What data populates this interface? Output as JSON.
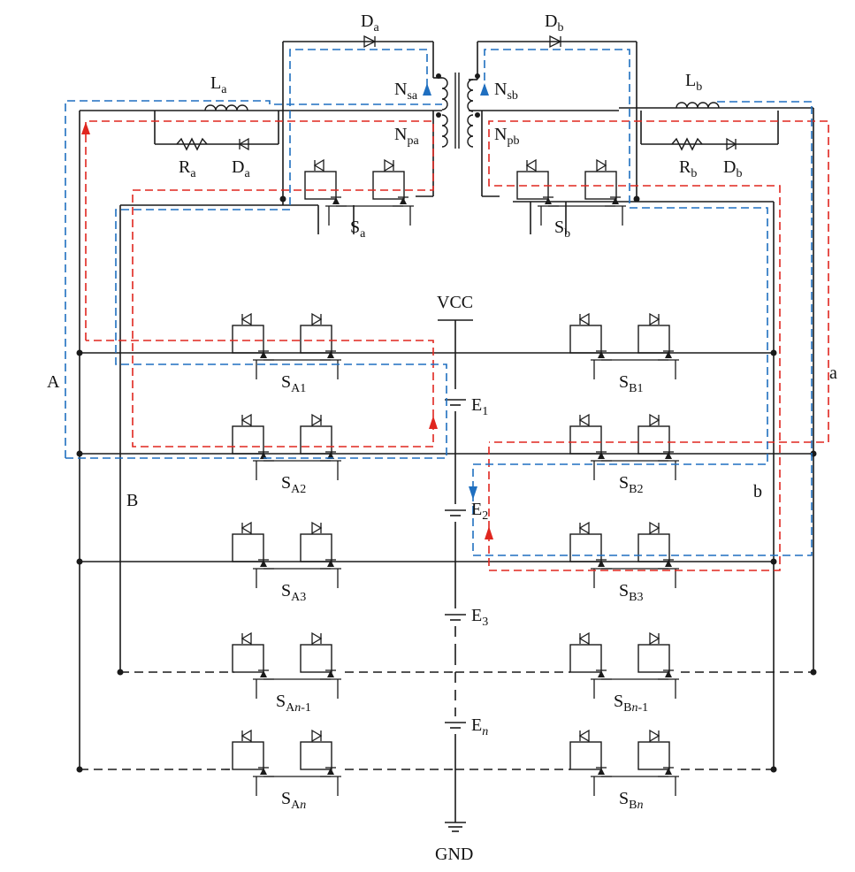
{
  "labels": {
    "vcc": "VCC",
    "gnd": "GND",
    "node_A": "A",
    "node_B": "B",
    "node_a": "a",
    "node_b": "b"
  },
  "top": {
    "Da_main": {
      "base": "D",
      "sub": "a"
    },
    "Db_main": {
      "base": "D",
      "sub": "b"
    },
    "La": {
      "base": "L",
      "sub": "a"
    },
    "Lb": {
      "base": "L",
      "sub": "b"
    },
    "Ra": {
      "base": "R",
      "sub": "a"
    },
    "Rb": {
      "base": "R",
      "sub": "b"
    },
    "Da_snub": {
      "base": "D",
      "sub": "a"
    },
    "Db_snub": {
      "base": "D",
      "sub": "b"
    },
    "Nsa": {
      "base": "N",
      "sub": "sa"
    },
    "Nsb": {
      "base": "N",
      "sub": "sb"
    },
    "Npa": {
      "base": "N",
      "sub": "pa"
    },
    "Npb": {
      "base": "N",
      "sub": "pb"
    },
    "Sa": {
      "base": "S",
      "sub": "a"
    },
    "Sb": {
      "base": "S",
      "sub": "b"
    }
  },
  "batteries": [
    {
      "base": "E",
      "sub": "1",
      "italic": false
    },
    {
      "base": "E",
      "sub": "2",
      "italic": false
    },
    {
      "base": "E",
      "sub": "3",
      "italic": false
    },
    {
      "base": "E",
      "sub": "n",
      "italic": true
    }
  ],
  "switches_A": [
    {
      "base": "S",
      "sub": "A1",
      "sub_italic": ""
    },
    {
      "base": "S",
      "sub": "A2",
      "sub_italic": ""
    },
    {
      "base": "S",
      "sub": "A3",
      "sub_italic": ""
    },
    {
      "base": "S",
      "sub": "A",
      "sub_italic": "n",
      "suffix": "-1"
    },
    {
      "base": "S",
      "sub": "A",
      "sub_italic": "n",
      "suffix": ""
    }
  ],
  "switches_B": [
    {
      "base": "S",
      "sub": "B1",
      "sub_italic": ""
    },
    {
      "base": "S",
      "sub": "B2",
      "sub_italic": ""
    },
    {
      "base": "S",
      "sub": "B3",
      "sub_italic": ""
    },
    {
      "base": "S",
      "sub": "B",
      "sub_italic": "n",
      "suffix": "-1"
    },
    {
      "base": "S",
      "sub": "B",
      "sub_italic": "n",
      "suffix": ""
    }
  ],
  "colors": {
    "wire": "#1a1a1a",
    "path_red": "#e0261f",
    "path_blue": "#1f6fc0"
  }
}
